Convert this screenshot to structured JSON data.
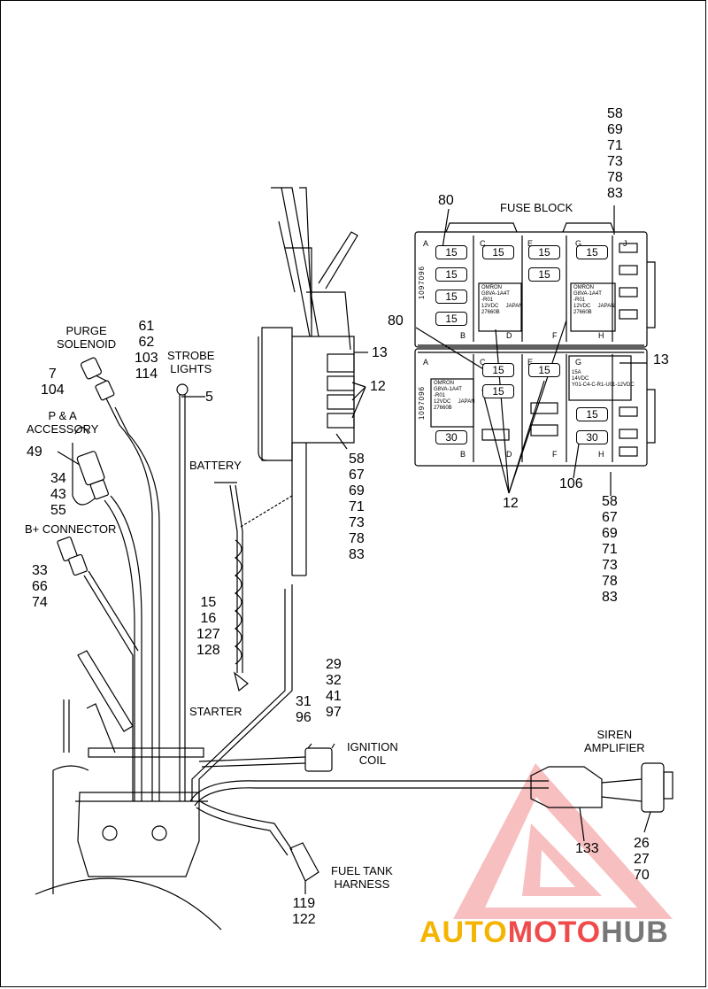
{
  "labels": {
    "fuse_block": "FUSE BLOCK",
    "purge_solenoid": "PURGE\nSOLENOID",
    "strobe_lights": "STROBE\nLIGHTS",
    "pa_accessory": "P & A\nACCESSORY",
    "b_connector": "B+ CONNECTOR",
    "battery": "BATTERY",
    "starter": "STARTER",
    "ignition_coil": "IGNITION\nCOIL",
    "siren_amplifier": "SIREN\nAMPLIFIER",
    "fuel_tank_harness": "FUEL TANK\nHARNESS"
  },
  "callouts": {
    "fb_top_right": [
      "58",
      "69",
      "71",
      "73",
      "78",
      "83"
    ],
    "fb_80_top": "80",
    "fb_80_mid": "80",
    "fb_13_top": "13",
    "fb_13_right": "13",
    "fb_12_left": "12",
    "fb_12_bottom": "12",
    "fb_106": "106",
    "fb_bottom_right": [
      "58",
      "67",
      "69",
      "71",
      "73",
      "78",
      "83"
    ],
    "left_58": [
      "58",
      "67",
      "69",
      "71",
      "73",
      "78",
      "83"
    ],
    "purge": [
      "61",
      "62",
      "103",
      "114"
    ],
    "purge_7": [
      "7",
      "104"
    ],
    "strobe_5": "5",
    "pa_49": "49",
    "pa_34": [
      "34",
      "43",
      "55"
    ],
    "b_conn": [
      "33",
      "66",
      "74"
    ],
    "battery_cable": [
      "15",
      "16",
      "127",
      "128"
    ],
    "ign_top": [
      "29",
      "32",
      "41",
      "97"
    ],
    "ign_left": [
      "31",
      "96"
    ],
    "siren_133": "133",
    "siren_26": [
      "26",
      "27",
      "70"
    ],
    "fuel": [
      "119",
      "122"
    ]
  },
  "fuse_block": {
    "col_letters_top": [
      "A",
      "C",
      "E",
      "G",
      "J"
    ],
    "col_letters_bottom": [
      "B",
      "D",
      "F",
      "H"
    ],
    "part_code": "1097096",
    "fuses_top": [
      "15",
      "15",
      "15",
      "15",
      "15",
      "15",
      "15",
      "15"
    ],
    "fuses_bottom": [
      "15",
      "15",
      "15",
      "30",
      "15",
      "30"
    ],
    "relay_brand": "OMRON",
    "relay_model": "G8VA-1A4T\n-R01",
    "relay_rating": "12VDC     JAPAN",
    "relay_code": "27660B",
    "relay2_line1": "15A\n14VDC",
    "relay2_line2": "Y01-C4-C-R1-U01-12VDC"
  },
  "watermark": {
    "part1": "AUTO",
    "part2": "MOTO",
    "part3": "HUB",
    "colors": {
      "auto": "#f4b400",
      "moto": "#ef4b4b",
      "hub": "#777777"
    }
  }
}
